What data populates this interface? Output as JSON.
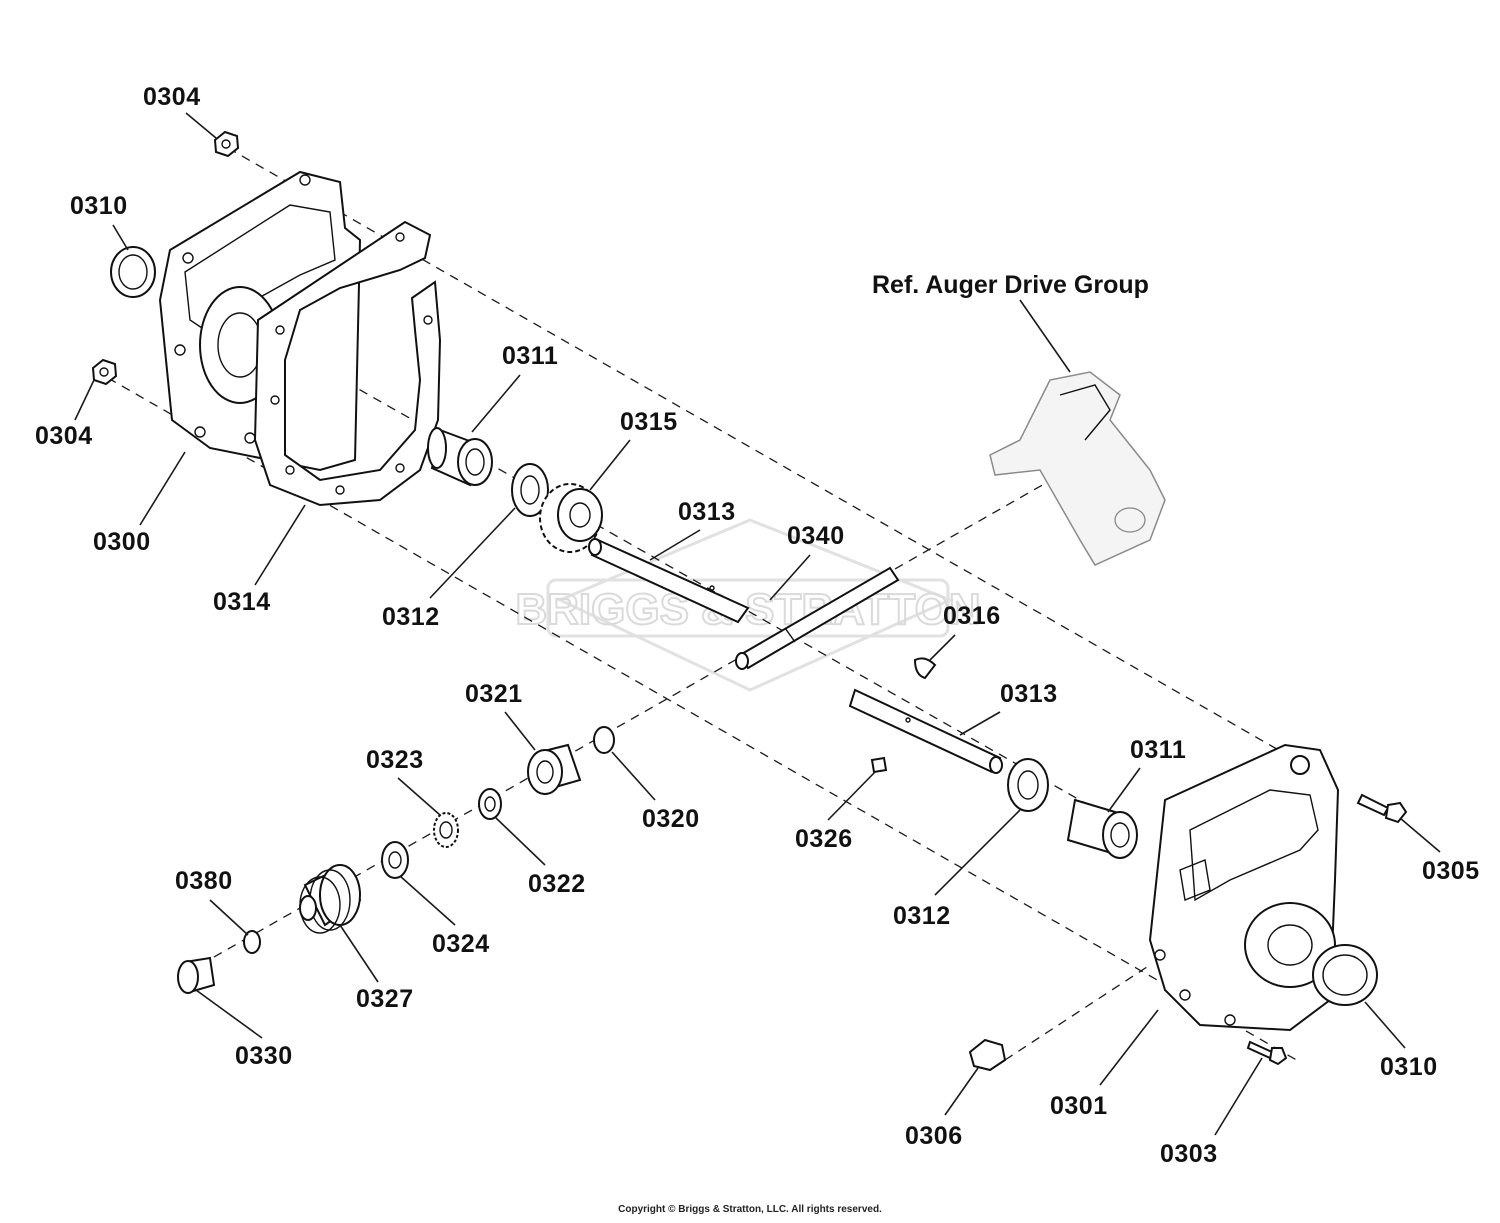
{
  "diagram": {
    "ref_label": "Ref. Auger Drive Group",
    "watermark": "BRIGGS & STRATTON",
    "copyright": "Copyright © Briggs & Stratton, LLC. All rights reserved.",
    "callouts": [
      {
        "id": "0304-top",
        "label": "0304"
      },
      {
        "id": "0310-left",
        "label": "0310"
      },
      {
        "id": "0304-left",
        "label": "0304"
      },
      {
        "id": "0300",
        "label": "0300"
      },
      {
        "id": "0314",
        "label": "0314"
      },
      {
        "id": "0311-left",
        "label": "0311"
      },
      {
        "id": "0315",
        "label": "0315"
      },
      {
        "id": "0312-left",
        "label": "0312"
      },
      {
        "id": "0313-upper",
        "label": "0313"
      },
      {
        "id": "0340",
        "label": "0340"
      },
      {
        "id": "0316",
        "label": "0316"
      },
      {
        "id": "0313-lower",
        "label": "0313"
      },
      {
        "id": "0321",
        "label": "0321"
      },
      {
        "id": "0320",
        "label": "0320"
      },
      {
        "id": "0323",
        "label": "0323"
      },
      {
        "id": "0322",
        "label": "0322"
      },
      {
        "id": "0326",
        "label": "0326"
      },
      {
        "id": "0311-right",
        "label": "0311"
      },
      {
        "id": "0312-right",
        "label": "0312"
      },
      {
        "id": "0305",
        "label": "0305"
      },
      {
        "id": "0380",
        "label": "0380"
      },
      {
        "id": "0324",
        "label": "0324"
      },
      {
        "id": "0327",
        "label": "0327"
      },
      {
        "id": "0330",
        "label": "0330"
      },
      {
        "id": "0310-right",
        "label": "0310"
      },
      {
        "id": "0301",
        "label": "0301"
      },
      {
        "id": "0306",
        "label": "0306"
      },
      {
        "id": "0303",
        "label": "0303"
      }
    ]
  }
}
